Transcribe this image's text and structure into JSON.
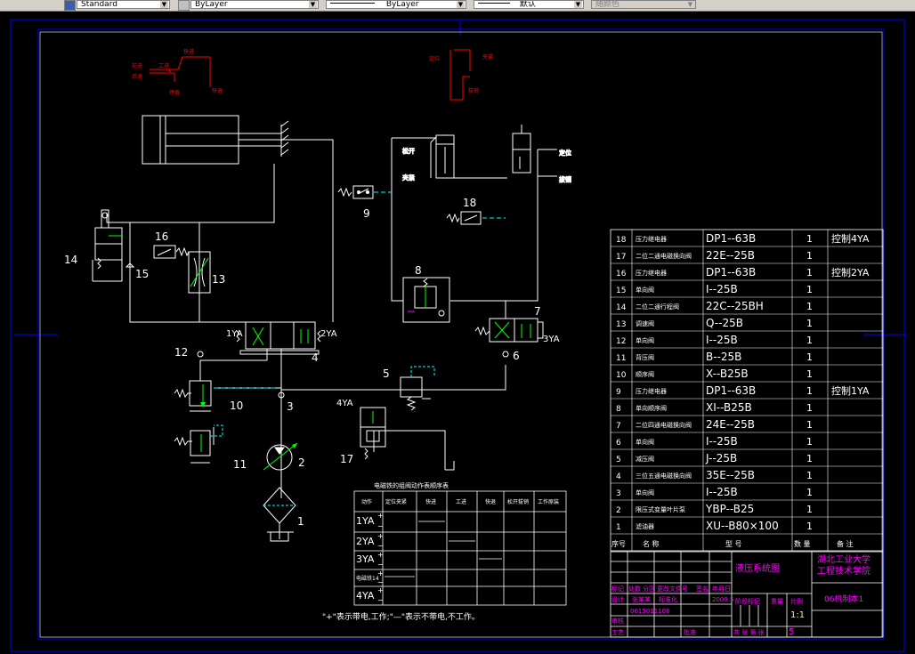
{
  "toolbar": {
    "text_style": "Standard",
    "layer": "ByLayer",
    "linetype": "ByLayer",
    "lineweight": "默认",
    "plot_style": "随颜色"
  },
  "annotations": {
    "red_left": {
      "a": "前进",
      "b": "后退",
      "c": "工进",
      "d": "快进",
      "e": "快退",
      "f": "停留"
    },
    "red_right": {
      "a": "定位",
      "b": "夹紧",
      "c": "拔销"
    },
    "cyl_left": {
      "a": "松开",
      "b": "夹紧"
    },
    "cyl_right": {
      "a": "定位",
      "b": "拔销"
    }
  },
  "labels": {
    "n1": "1",
    "n2": "2",
    "n3": "3",
    "n4": "4",
    "n5": "5",
    "n6": "6",
    "n7": "7",
    "n8": "8",
    "n9": "9",
    "n10": "10",
    "n11": "11",
    "n12": "12",
    "n13": "13",
    "n14": "14",
    "n15": "15",
    "n16": "16",
    "n17": "17",
    "n18": "18",
    "ya1": "1YA",
    "ya2": "2YA",
    "ya3": "3YA",
    "ya4": "4YA"
  },
  "sequence": {
    "title": "电磁铁的组阀动作表顺序表",
    "headers": [
      "动作",
      "定位夹紧",
      "快进",
      "工进",
      "快退",
      "松开拔销",
      "工作原装"
    ],
    "rows": [
      "1YA",
      "2YA",
      "3YA",
      "电磁铁14",
      "4YA"
    ],
    "note": "\"+\"表示带电,工作;\"—\"表示不带电,不工作。"
  },
  "bom": {
    "rows": [
      {
        "no": "18",
        "name": "压力继电器",
        "model": "DP1--63B",
        "qty": "1",
        "note": "控制4YA"
      },
      {
        "no": "17",
        "name": "二位二通电磁换向阀",
        "model": "22E--25B",
        "qty": "1",
        "note": ""
      },
      {
        "no": "16",
        "name": "压力继电器",
        "model": "DP1--63B",
        "qty": "1",
        "note": "控制2YA"
      },
      {
        "no": "15",
        "name": "单向阀",
        "model": "I--25B",
        "qty": "1",
        "note": ""
      },
      {
        "no": "14",
        "name": "二位二通行程阀",
        "model": "22C--25BH",
        "qty": "1",
        "note": ""
      },
      {
        "no": "13",
        "name": "调速阀",
        "model": "Q--25B",
        "qty": "1",
        "note": ""
      },
      {
        "no": "12",
        "name": "单向阀",
        "model": "I--25B",
        "qty": "1",
        "note": ""
      },
      {
        "no": "11",
        "name": "背压阀",
        "model": "B--25B",
        "qty": "1",
        "note": ""
      },
      {
        "no": "10",
        "name": "顺序阀",
        "model": "X--B25B",
        "qty": "1",
        "note": ""
      },
      {
        "no": "9",
        "name": "压力继电器",
        "model": "DP1--63B",
        "qty": "1",
        "note": "控制1YA"
      },
      {
        "no": "8",
        "name": "单向顺序阀",
        "model": "XI--B25B",
        "qty": "1",
        "note": ""
      },
      {
        "no": "7",
        "name": "二位四通电磁换向阀",
        "model": "24E--25B",
        "qty": "1",
        "note": ""
      },
      {
        "no": "6",
        "name": "单向阀",
        "model": "I--25B",
        "qty": "1",
        "note": ""
      },
      {
        "no": "5",
        "name": "减压阀",
        "model": "J--25B",
        "qty": "1",
        "note": ""
      },
      {
        "no": "4",
        "name": "三位五通电磁换向阀",
        "model": "35E--25B",
        "qty": "1",
        "note": ""
      },
      {
        "no": "3",
        "name": "单向阀",
        "model": "I--25B",
        "qty": "1",
        "note": ""
      },
      {
        "no": "2",
        "name": "限压式变量叶片泵",
        "model": "YBP--B25",
        "qty": "1",
        "note": ""
      },
      {
        "no": "1",
        "name": "滤油器",
        "model": "XU--B80×100",
        "qty": "1",
        "note": ""
      }
    ],
    "header": {
      "no": "序号",
      "name": "名  称",
      "model": "型    号",
      "qty": "数  量",
      "note": "备  注"
    }
  },
  "titleblock": {
    "drawing": "液压系统图",
    "school1": "湖北工业大学",
    "school2": "工程技术学院",
    "class": "06机制本1",
    "labels": [
      "标记",
      "处数",
      "分区",
      "更改文件号",
      "签名",
      "年月日"
    ],
    "design": "设计",
    "student": "张某某",
    "student_id": "0615011106",
    "std": "标准化",
    "date": "2009.5",
    "stage": "阶段标记",
    "weight": "重量",
    "scale_label": "比例",
    "scale": "1:1",
    "review": "审核",
    "process": "工艺",
    "approve": "批准",
    "sheets": "共  张 第  张",
    "num5": "5"
  },
  "colors": {
    "frame": "#0000ff",
    "line": "#ffffff",
    "red": "#ff0000",
    "green": "#00ff00",
    "cyan": "#00ffff",
    "magenta": "#ff00ff",
    "yellow": "#ffff00"
  }
}
